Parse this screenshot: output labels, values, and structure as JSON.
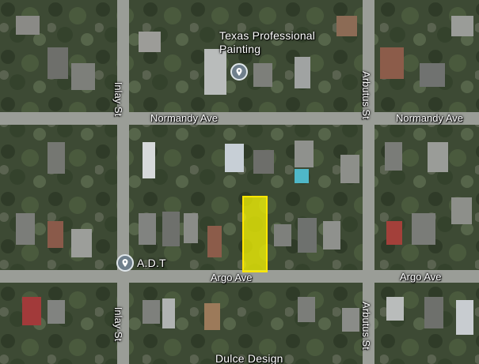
{
  "streets": {
    "normandy_left": "Normandy Ave",
    "normandy_right": "Normandy Ave",
    "argo_left": "Argo Ave",
    "argo_right": "Argo Ave",
    "inlay_top": "Inlay St",
    "inlay_bottom": "Inlay St",
    "arbutus_top": "Arbutus St",
    "arbutus_bottom": "Arbutus St"
  },
  "pois": {
    "texas_painting_line1": "Texas Professional",
    "texas_painting_line2": "Painting",
    "adt": "A.D.T",
    "dulce_design": "Dulce Design"
  },
  "colors": {
    "highlight": "#ffff00",
    "road": "#9a9d97",
    "vegetation": "#3d4a34",
    "pin": "#6f7f8c"
  },
  "icons": {
    "poi_pin": "location-pin-icon"
  }
}
